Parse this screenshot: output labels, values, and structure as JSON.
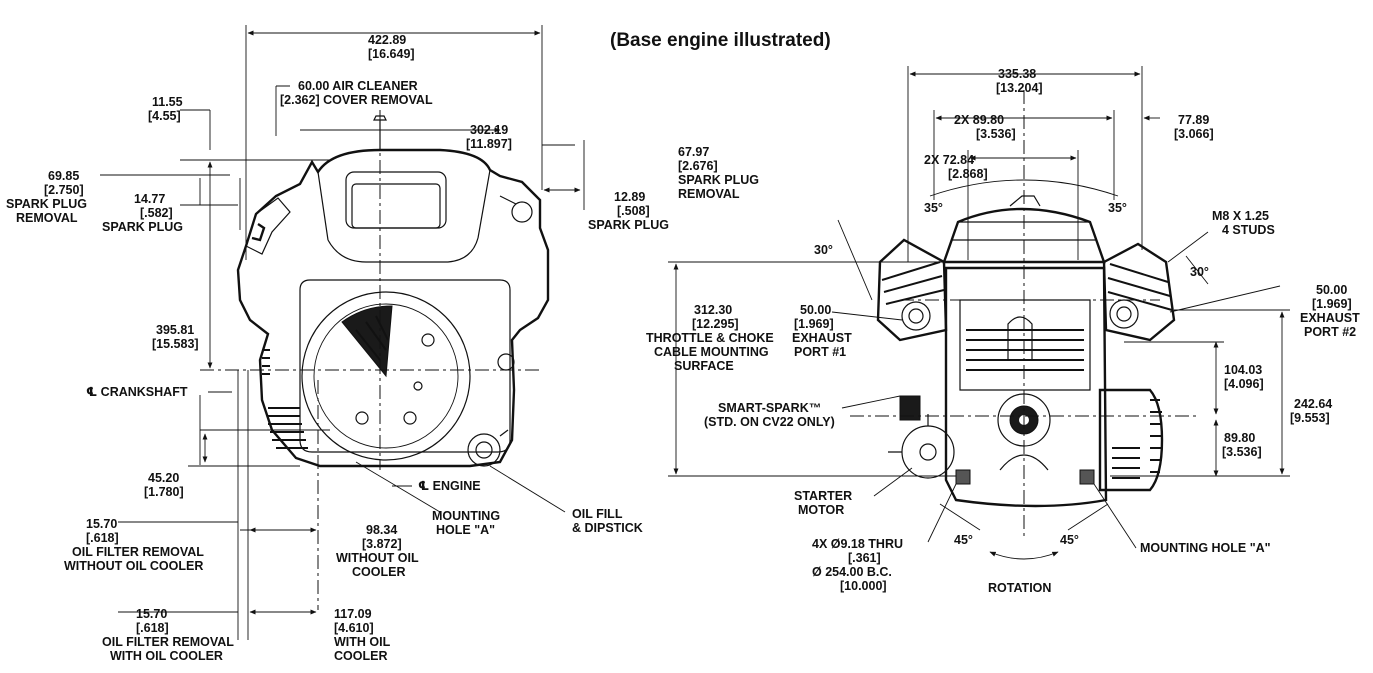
{
  "title": "(Base engine illustrated)",
  "left": {
    "overall_width": [
      "422.89",
      "[16.649]"
    ],
    "air_cleaner": [
      "60.00  AIR CLEANER",
      "[2.362] COVER REMOVAL"
    ],
    "dim_1155": [
      "11.55",
      "[4.55]"
    ],
    "dim_30219": [
      "302.19",
      "[11.897]"
    ],
    "dim_6797": [
      "67.97",
      "[2.676]",
      "SPARK PLUG",
      "REMOVAL"
    ],
    "dim_6985": [
      "69.85",
      "[2.750]",
      "SPARK PLUG",
      "REMOVAL"
    ],
    "dim_1477": [
      "14.77",
      "[.582]",
      "SPARK PLUG"
    ],
    "dim_1289": [
      "12.89",
      "[.508]",
      "SPARK PLUG"
    ],
    "dim_39581": [
      "395.81",
      "[15.583]"
    ],
    "crankshaft": "℄ CRANKSHAFT",
    "dim_4520": [
      "45.20",
      "[1.780]"
    ],
    "engine": "℄ ENGINE",
    "mounting_hole": [
      "MOUNTING",
      "HOLE \"A\""
    ],
    "oil_fill": [
      "OIL FILL",
      "& DIPSTICK"
    ],
    "filter_no_cooler": [
      "15.70",
      "[.618]",
      "OIL FILTER REMOVAL",
      "WITHOUT OIL COOLER"
    ],
    "dim_9834": [
      "98.34",
      "[3.872]",
      "WITHOUT OIL",
      "COOLER"
    ],
    "filter_with_cooler": [
      "15.70",
      "[.618]",
      "OIL FILTER REMOVAL",
      "WITH OIL COOLER"
    ],
    "dim_11709": [
      "117.09",
      "[4.610]",
      "WITH OIL",
      "COOLER"
    ]
  },
  "right": {
    "overall_width": [
      "335.38",
      "[13.204]"
    ],
    "dim_2x8980": [
      "2X 89.80",
      "[3.536]"
    ],
    "dim_7789": [
      "77.89",
      "[3.066]"
    ],
    "dim_2x7284": [
      "2X 72.84",
      "[2.868]"
    ],
    "angle_35": "35°",
    "angle_30": "30°",
    "studs": [
      "M8 X 1.25",
      "4 STUDS"
    ],
    "throttle": [
      "312.30",
      "[12.295]",
      "THROTTLE & CHOKE",
      "CABLE MOUNTING",
      "SURFACE"
    ],
    "exhaust_1": [
      "50.00",
      "[1.969]",
      "EXHAUST",
      "PORT #1"
    ],
    "exhaust_2": [
      "50.00",
      "[1.969]",
      "EXHAUST",
      "PORT #2"
    ],
    "dim_10403": [
      "104.03",
      "[4.096]"
    ],
    "dim_24264": [
      "242.64",
      "[9.553]"
    ],
    "smart_spark": [
      "SMART-SPARK™",
      "(STD. ON CV22 ONLY)"
    ],
    "dim_8980": [
      "89.80",
      "[3.536]"
    ],
    "starter": [
      "STARTER",
      "MOTOR"
    ],
    "angle_45": "45°",
    "holes": [
      "4X Ø9.18 THRU",
      "[.361]",
      "Ø 254.00 B.C.",
      "[10.000]"
    ],
    "mounting_hole_a": "MOUNTING HOLE \"A\"",
    "rotation": "ROTATION"
  },
  "colors": {
    "ink": "#111111",
    "paper": "#ffffff"
  }
}
